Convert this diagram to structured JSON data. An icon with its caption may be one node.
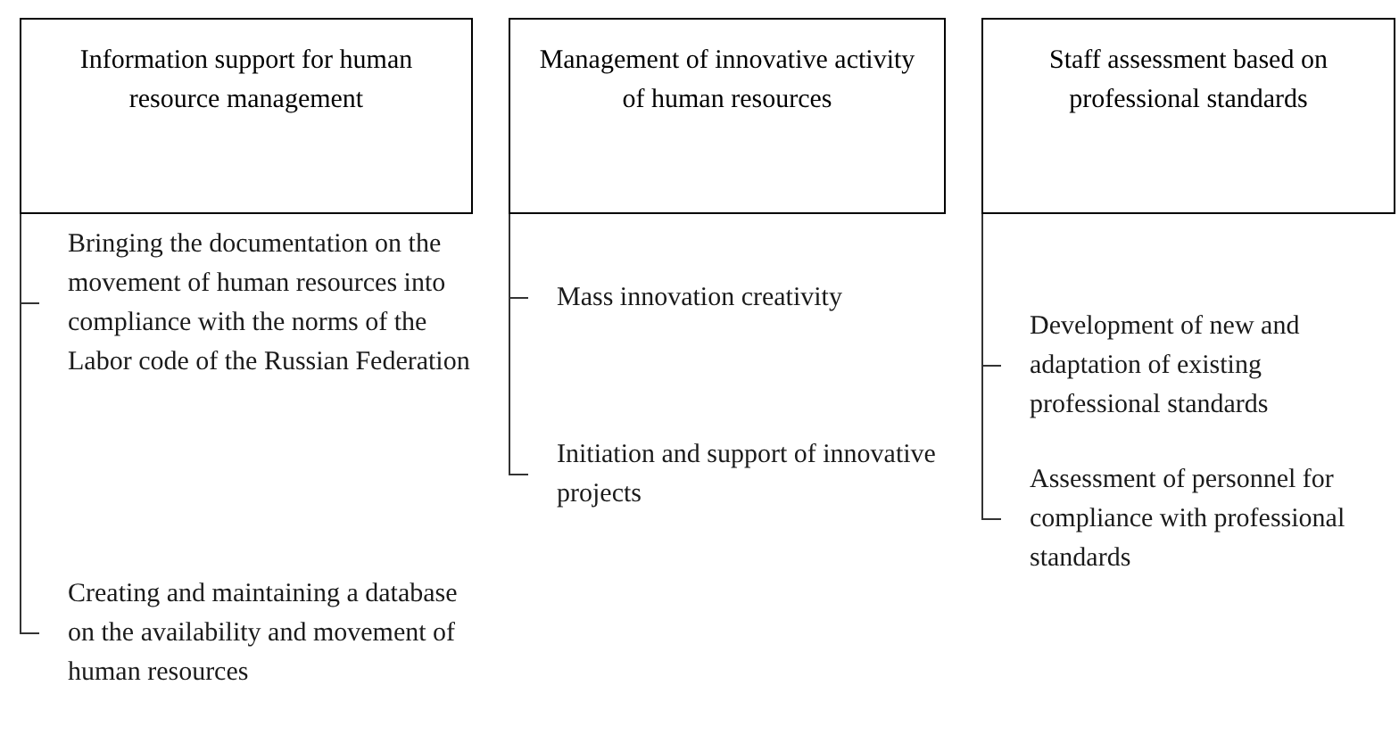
{
  "diagram": {
    "nodes": [
      {
        "text": [
          "Information support for human resource management"
        ]
      },
      {
        "text": [
          "Bringing the documentation on the movement of human resources into compliance with the norms of the Labor code of the Russian Federation"
        ]
      },
      {
        "text": [
          "Creating and maintaining a database on the availability and movement of human resources"
        ]
      },
      {
        "text": [
          "Management of innovative activity of human resources"
        ]
      },
      {
        "text": [
          "Mass innovation creativity"
        ]
      },
      {
        "text": [
          "Initiation and support of innovative projects"
        ]
      },
      {
        "text": [
          "Staff assessment based on professional standards"
        ]
      },
      {
        "text": [
          "Development of new and adaptation of existing professional standards"
        ]
      },
      {
        "text": [
          "Assessment of personnel for compliance with professional standards"
        ]
      }
    ],
    "edges": [
      {
        "from": 0,
        "to": 1,
        "arrow": "none"
      },
      {
        "from": 0,
        "to": 2,
        "arrow": "none"
      },
      {
        "from": 3,
        "to": 4,
        "arrow": "none"
      },
      {
        "from": 3,
        "to": 5,
        "arrow": "none"
      },
      {
        "from": 6,
        "to": 7,
        "arrow": "none"
      },
      {
        "from": 6,
        "to": 8,
        "arrow": "none"
      }
    ]
  }
}
